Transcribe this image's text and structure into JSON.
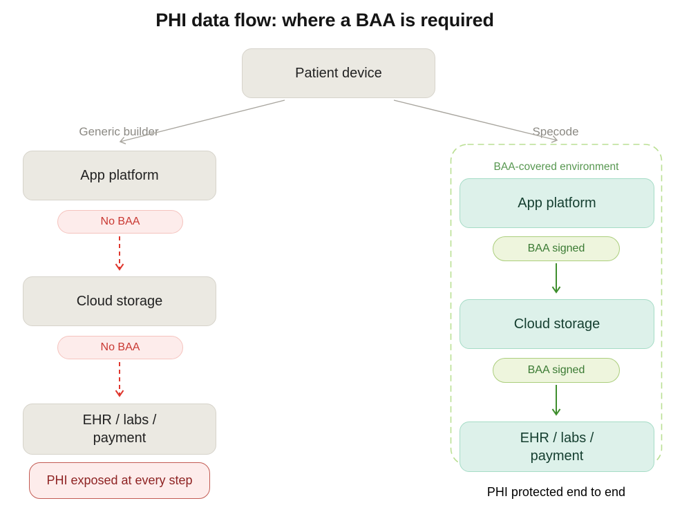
{
  "title": "PHI data flow: where a BAA is required",
  "root": {
    "label": "Patient device"
  },
  "left_branch": {
    "branch_label": "Generic builder",
    "node_app": "App platform",
    "badge_1": "No BAA",
    "node_cloud": "Cloud storage",
    "badge_2": "No BAA",
    "node_ehr": "EHR / labs / payment",
    "outcome": "PHI exposed at every step"
  },
  "right_branch": {
    "branch_label": "Specode",
    "container_label": "BAA-covered environment",
    "node_app": "App platform",
    "badge_1": "BAA signed",
    "node_cloud": "Cloud storage",
    "badge_2": "BAA signed",
    "node_ehr": "EHR / labs / payment",
    "outcome": "PHI protected end to end"
  },
  "colors": {
    "title-text": "#151515",
    "beige-fill": "#ebe9e2",
    "beige-border": "#d6d3ca",
    "node-text": "#212121",
    "pink-fill": "#fdeceb",
    "pink-border": "#f5c3be",
    "red-text": "#c93832",
    "red-arrow": "#df372e",
    "outcome-red-border": "#c25a52",
    "outcome-red-text": "#8e2323",
    "mint-fill": "#ddf1ea",
    "mint-border": "#a5dcc6",
    "mint-text": "#143e2f",
    "olive-fill": "#eef5dd",
    "olive-border": "#abce7c",
    "olive-text": "#3a7a33",
    "green-arrow": "#3e8e2d",
    "dashed-border": "#badf93",
    "env-label": "#579750",
    "gray-line": "#a8a59e",
    "gray-label": "#8b8983"
  }
}
